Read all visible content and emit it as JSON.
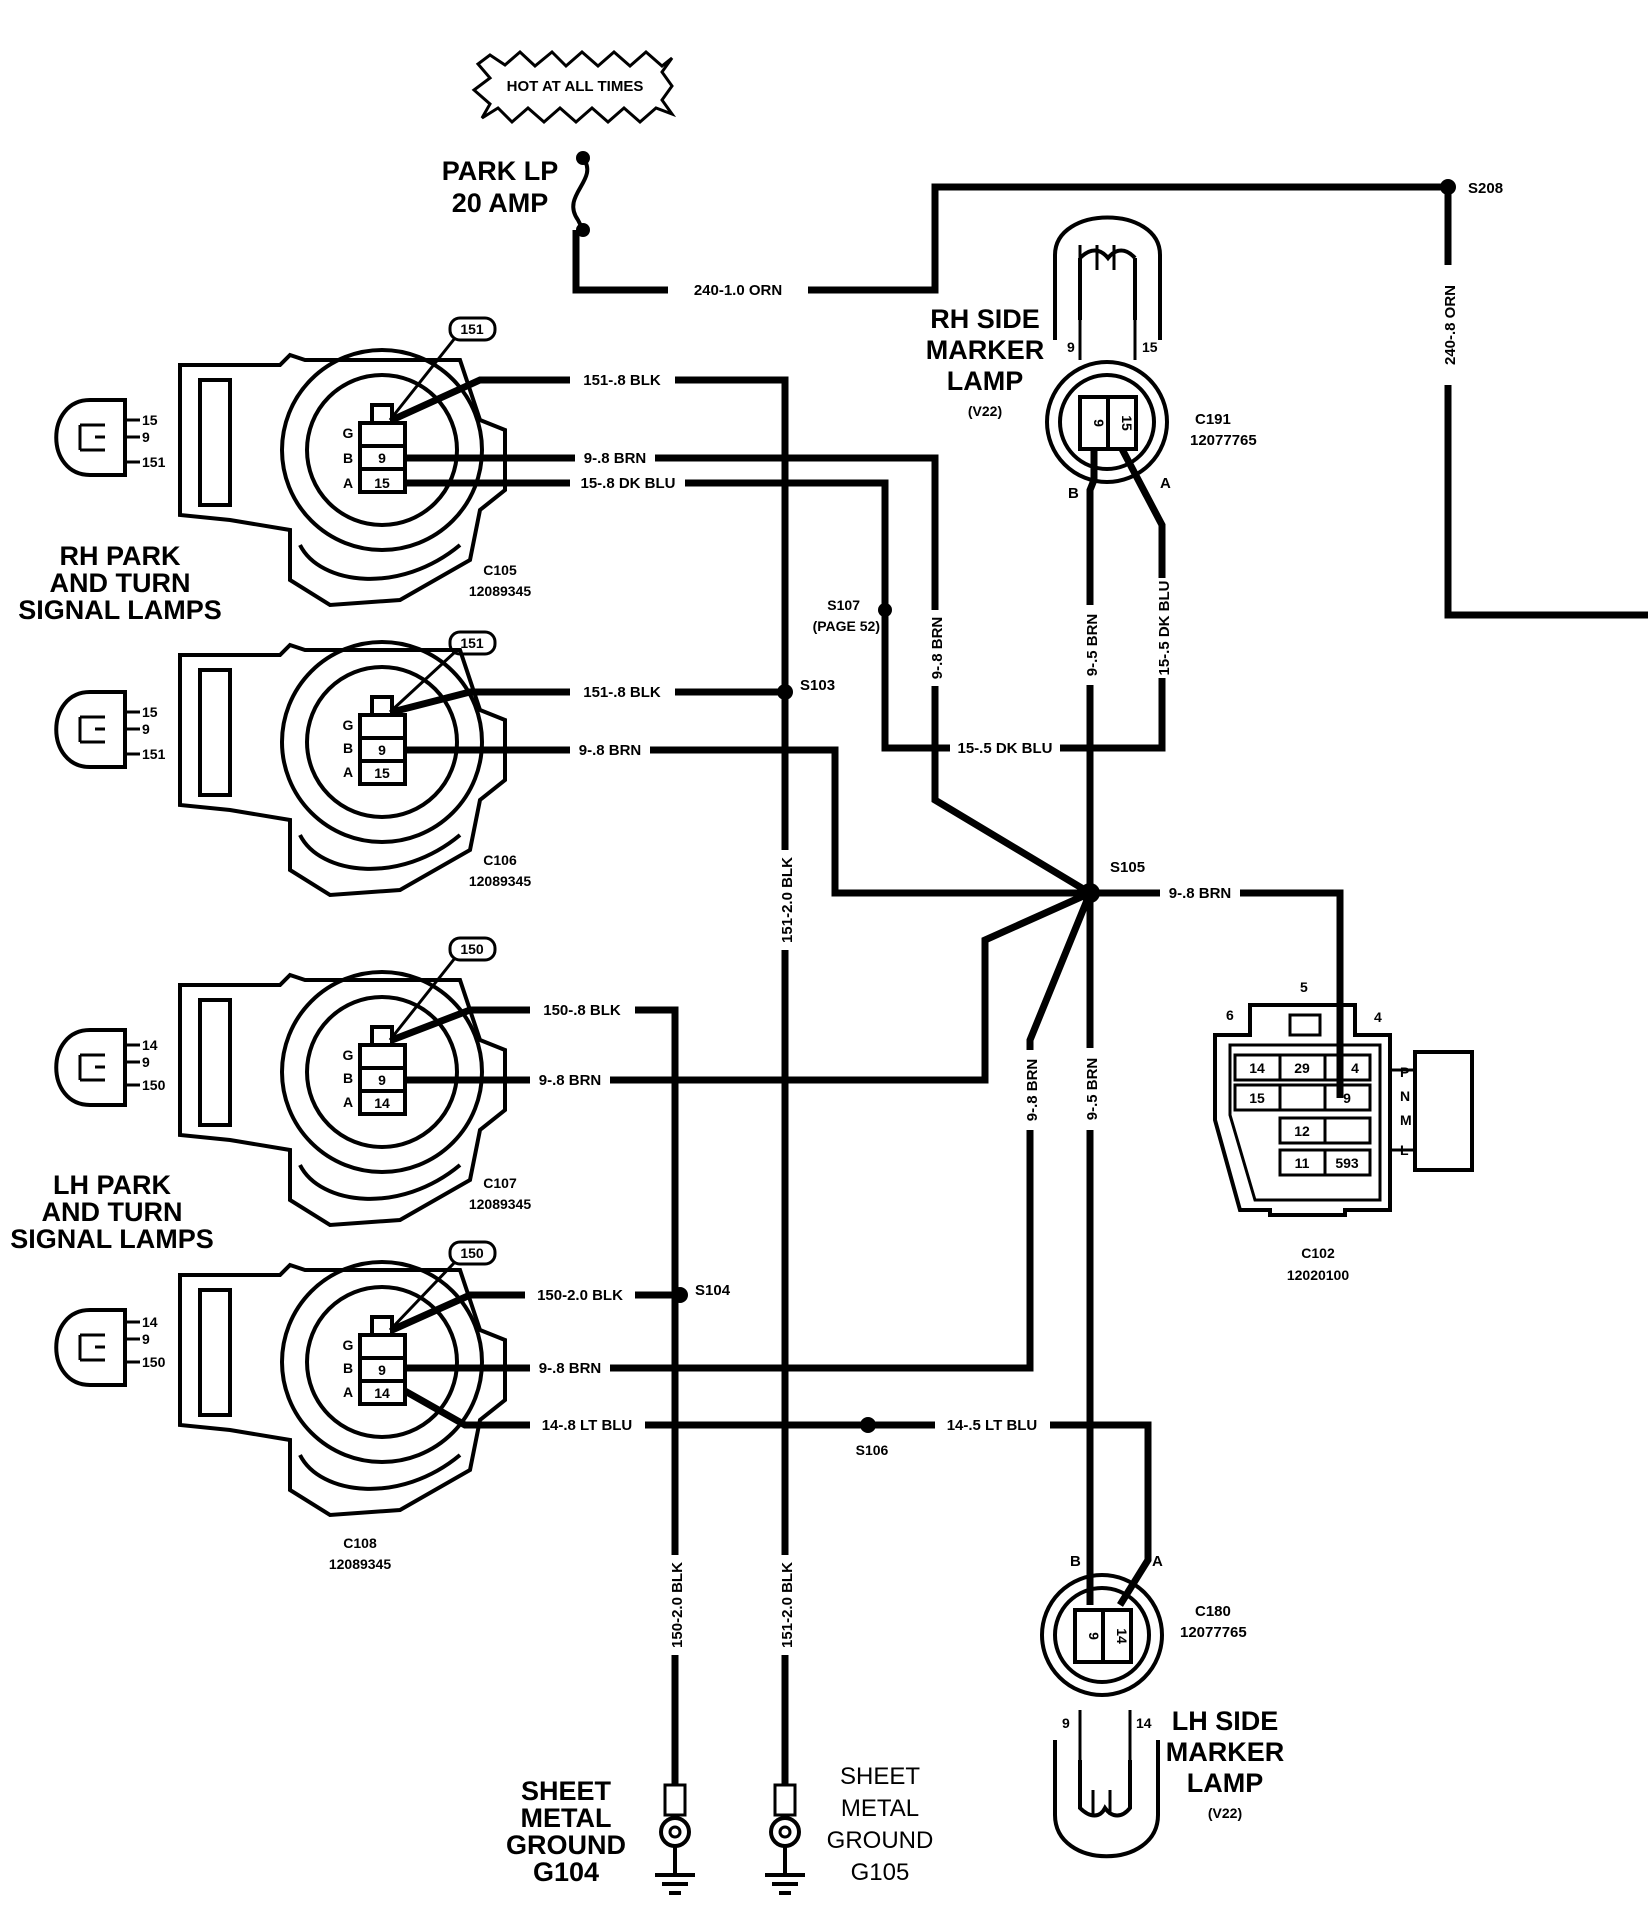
{
  "header": {
    "hot_tag": "HOT AT ALL TIMES"
  },
  "fuse": {
    "name": "PARK LP",
    "rating": "20 AMP"
  },
  "wires": {
    "w240a": "240-1.0 ORN",
    "w240b": "240-.8 ORN",
    "w151a": "151-.8 BLK",
    "w9a": "9-.8 BRN",
    "w15a": "15-.8 DK BLU",
    "w151b": "151-.8 BLK",
    "w9b": "9-.8 BRN",
    "w9c": "9-.8 BRN",
    "w15b": "15-.5 DK BLU",
    "w9d": "9-.5 BRN",
    "w15c": "15-.5 DK BLU",
    "w151c": "151-2.0 BLK",
    "w9e": "9-.8 BRN",
    "w150a": "150-.8 BLK",
    "w9f": "9-.8 BRN",
    "w9g": "9-.8 BRN",
    "w9h": "9-.5 BRN",
    "w150b": "150-2.0 BLK",
    "w9i": "9-.8 BRN",
    "w14a": "14-.8 LT BLU",
    "w14b": "14-.5 LT BLU",
    "w150c": "150-2.0 BLK",
    "w151d": "151-2.0 BLK"
  },
  "splices": {
    "s208": "S208",
    "s107": "S107",
    "s107_note": "(PAGE 52)",
    "s103": "S103",
    "s105": "S105",
    "s104": "S104",
    "s106": "S106"
  },
  "rh_park": {
    "title_lines": [
      "RH PARK",
      "AND TURN",
      "SIGNAL LAMPS"
    ],
    "upper": {
      "tag": "151",
      "connector": "C105",
      "part": "12089345",
      "pins": [
        "G",
        "B",
        "A"
      ],
      "cavities": [
        "9",
        "15"
      ],
      "bulb_pins": [
        "15",
        "9",
        "151"
      ]
    },
    "lower": {
      "tag": "151",
      "connector": "C106",
      "part": "12089345",
      "pins": [
        "G",
        "B",
        "A"
      ],
      "cavities": [
        "9",
        "15"
      ],
      "bulb_pins": [
        "15",
        "9",
        "151"
      ]
    }
  },
  "lh_park": {
    "title_lines": [
      "LH PARK",
      "AND TURN",
      "SIGNAL LAMPS"
    ],
    "upper": {
      "tag": "150",
      "connector": "C107",
      "part": "12089345",
      "pins": [
        "G",
        "B",
        "A"
      ],
      "cavities": [
        "9",
        "14"
      ],
      "bulb_pins": [
        "14",
        "9",
        "150"
      ]
    },
    "lower": {
      "tag": "150",
      "connector": "C108",
      "part": "12089345",
      "pins": [
        "G",
        "B",
        "A"
      ],
      "cavities": [
        "9",
        "14"
      ],
      "bulb_pins": [
        "14",
        "9",
        "150"
      ]
    }
  },
  "rh_marker": {
    "title_lines": [
      "RH SIDE",
      "MARKER",
      "LAMP"
    ],
    "option": "(V22)",
    "connector": "C191",
    "part": "12077765",
    "pin_left": "9",
    "pin_right": "15",
    "side_b": "B",
    "side_a": "A"
  },
  "lh_marker": {
    "title_lines": [
      "LH SIDE",
      "MARKER",
      "LAMP"
    ],
    "option": "(V22)",
    "connector": "C180",
    "part": "12077765",
    "pin_left": "9",
    "pin_right": "14",
    "side_b": "B",
    "side_a": "A"
  },
  "c102": {
    "name": "C102",
    "part": "12020100",
    "top_labels": [
      "6",
      "5",
      "4"
    ],
    "side_labels": [
      "P",
      "N",
      "M",
      "L"
    ],
    "cells": [
      "14",
      "29",
      "4",
      "15",
      "9",
      "12",
      "11",
      "593"
    ]
  },
  "grounds": {
    "g104": [
      "SHEET",
      "METAL",
      "GROUND",
      "G104"
    ],
    "g105": [
      "SHEET",
      "METAL",
      "GROUND",
      "G105"
    ]
  }
}
